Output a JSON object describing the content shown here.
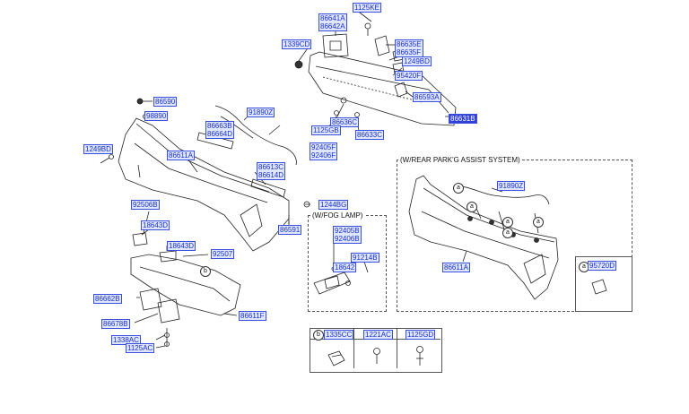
{
  "diagram": {
    "colors": {
      "label_text": "#1b2fc9",
      "label_bg": "#dfe6ff",
      "label_border": "#3a4fe0",
      "selected_bg": "#2f3fd8",
      "line": "#222222"
    },
    "labels": {
      "p1125KE": "1125KE",
      "p86641A": "86641A",
      "p86642A": "86642A",
      "p1339CD": "1339CD",
      "p86635E": "86635E",
      "p86635F": "86635F",
      "p1249BD_top": "1249BD",
      "p95420F": "95420F",
      "p86593A": "86593A",
      "p86631B": "86631B",
      "p86636C": "86636C",
      "p1125GB": "1125GB",
      "p86633C": "86633C",
      "p86590": "86590",
      "p98890": "98890",
      "p86663B": "86663B",
      "p86664D": "86664D",
      "p91890Z": "91890Z",
      "p1249BD_left": "1249BD",
      "p86611A": "86611A",
      "p92405F": "92405F",
      "p92406F": "92406F",
      "p86613C": "86613C",
      "p86614D": "86614D",
      "p1244BG": "1244BG",
      "p92506B": "92506B",
      "p18643D_a": "18643D",
      "p18643D_b": "18643D",
      "p92507": "92507",
      "p86591": "86591",
      "p86662B": "86662B",
      "p86678B": "86678B",
      "p1338AC": "1338AC",
      "p1125AC": "1125AC",
      "p86611F": "86611F",
      "p92405B": "92405B",
      "p92406B": "92406B",
      "p91214B": "91214B",
      "p18642": "18642",
      "p91890Z_r": "91890Z",
      "p86611A_r": "86611A",
      "p95720D": "95720D"
    },
    "callouts": {
      "a": "a",
      "b": "b"
    },
    "fog_box_title": "(W/FOG LAMP)",
    "park_box_title": "(W/REAR PARK'G ASSIST SYSTEM)",
    "table": {
      "headers": [
        "1335CC",
        "1221AC",
        "1125GD"
      ],
      "first_callout": "b"
    }
  }
}
